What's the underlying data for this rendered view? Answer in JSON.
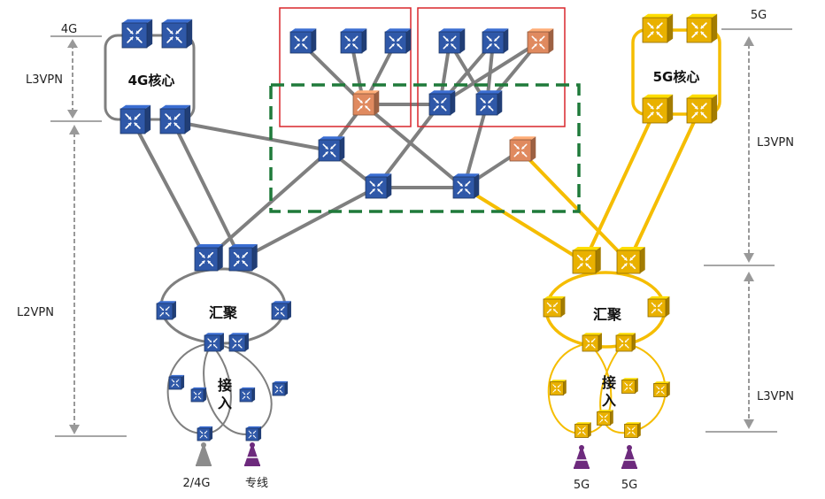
{
  "left_axis": {
    "top_label": "4G",
    "upper_label": "L3VPN",
    "lower_label": "L2VPN"
  },
  "right_axis": {
    "top_label": "5G",
    "upper_label": "L3VPN",
    "lower_label": "L3VPN"
  },
  "core_4g": {
    "label": "4G核心"
  },
  "core_5g": {
    "label": "5G核心"
  },
  "aggregation_4g": {
    "label": "汇聚"
  },
  "aggregation_5g": {
    "label": "汇聚"
  },
  "access_4g": {
    "label_line1": "接",
    "label_line2": "入"
  },
  "access_5g": {
    "label_line1": "接",
    "label_line2": "入"
  },
  "endpoints": {
    "tower_24g": "2/4G",
    "tower_private_line": "专线",
    "tower_5g_a": "5G",
    "tower_5g_b": "5G"
  },
  "colors": {
    "router_blue": "#2f58a8",
    "router_orange": "#e08a5f",
    "router_gold": "#e9b100",
    "link_gray": "#7f7f7f",
    "link_gold": "#f5bd00",
    "dc_box_red": "#d9262c",
    "backbone_box_green": "#1f7a3a",
    "tower_gray": "#8c8c8c",
    "tower_purple": "#6d2a7d"
  }
}
